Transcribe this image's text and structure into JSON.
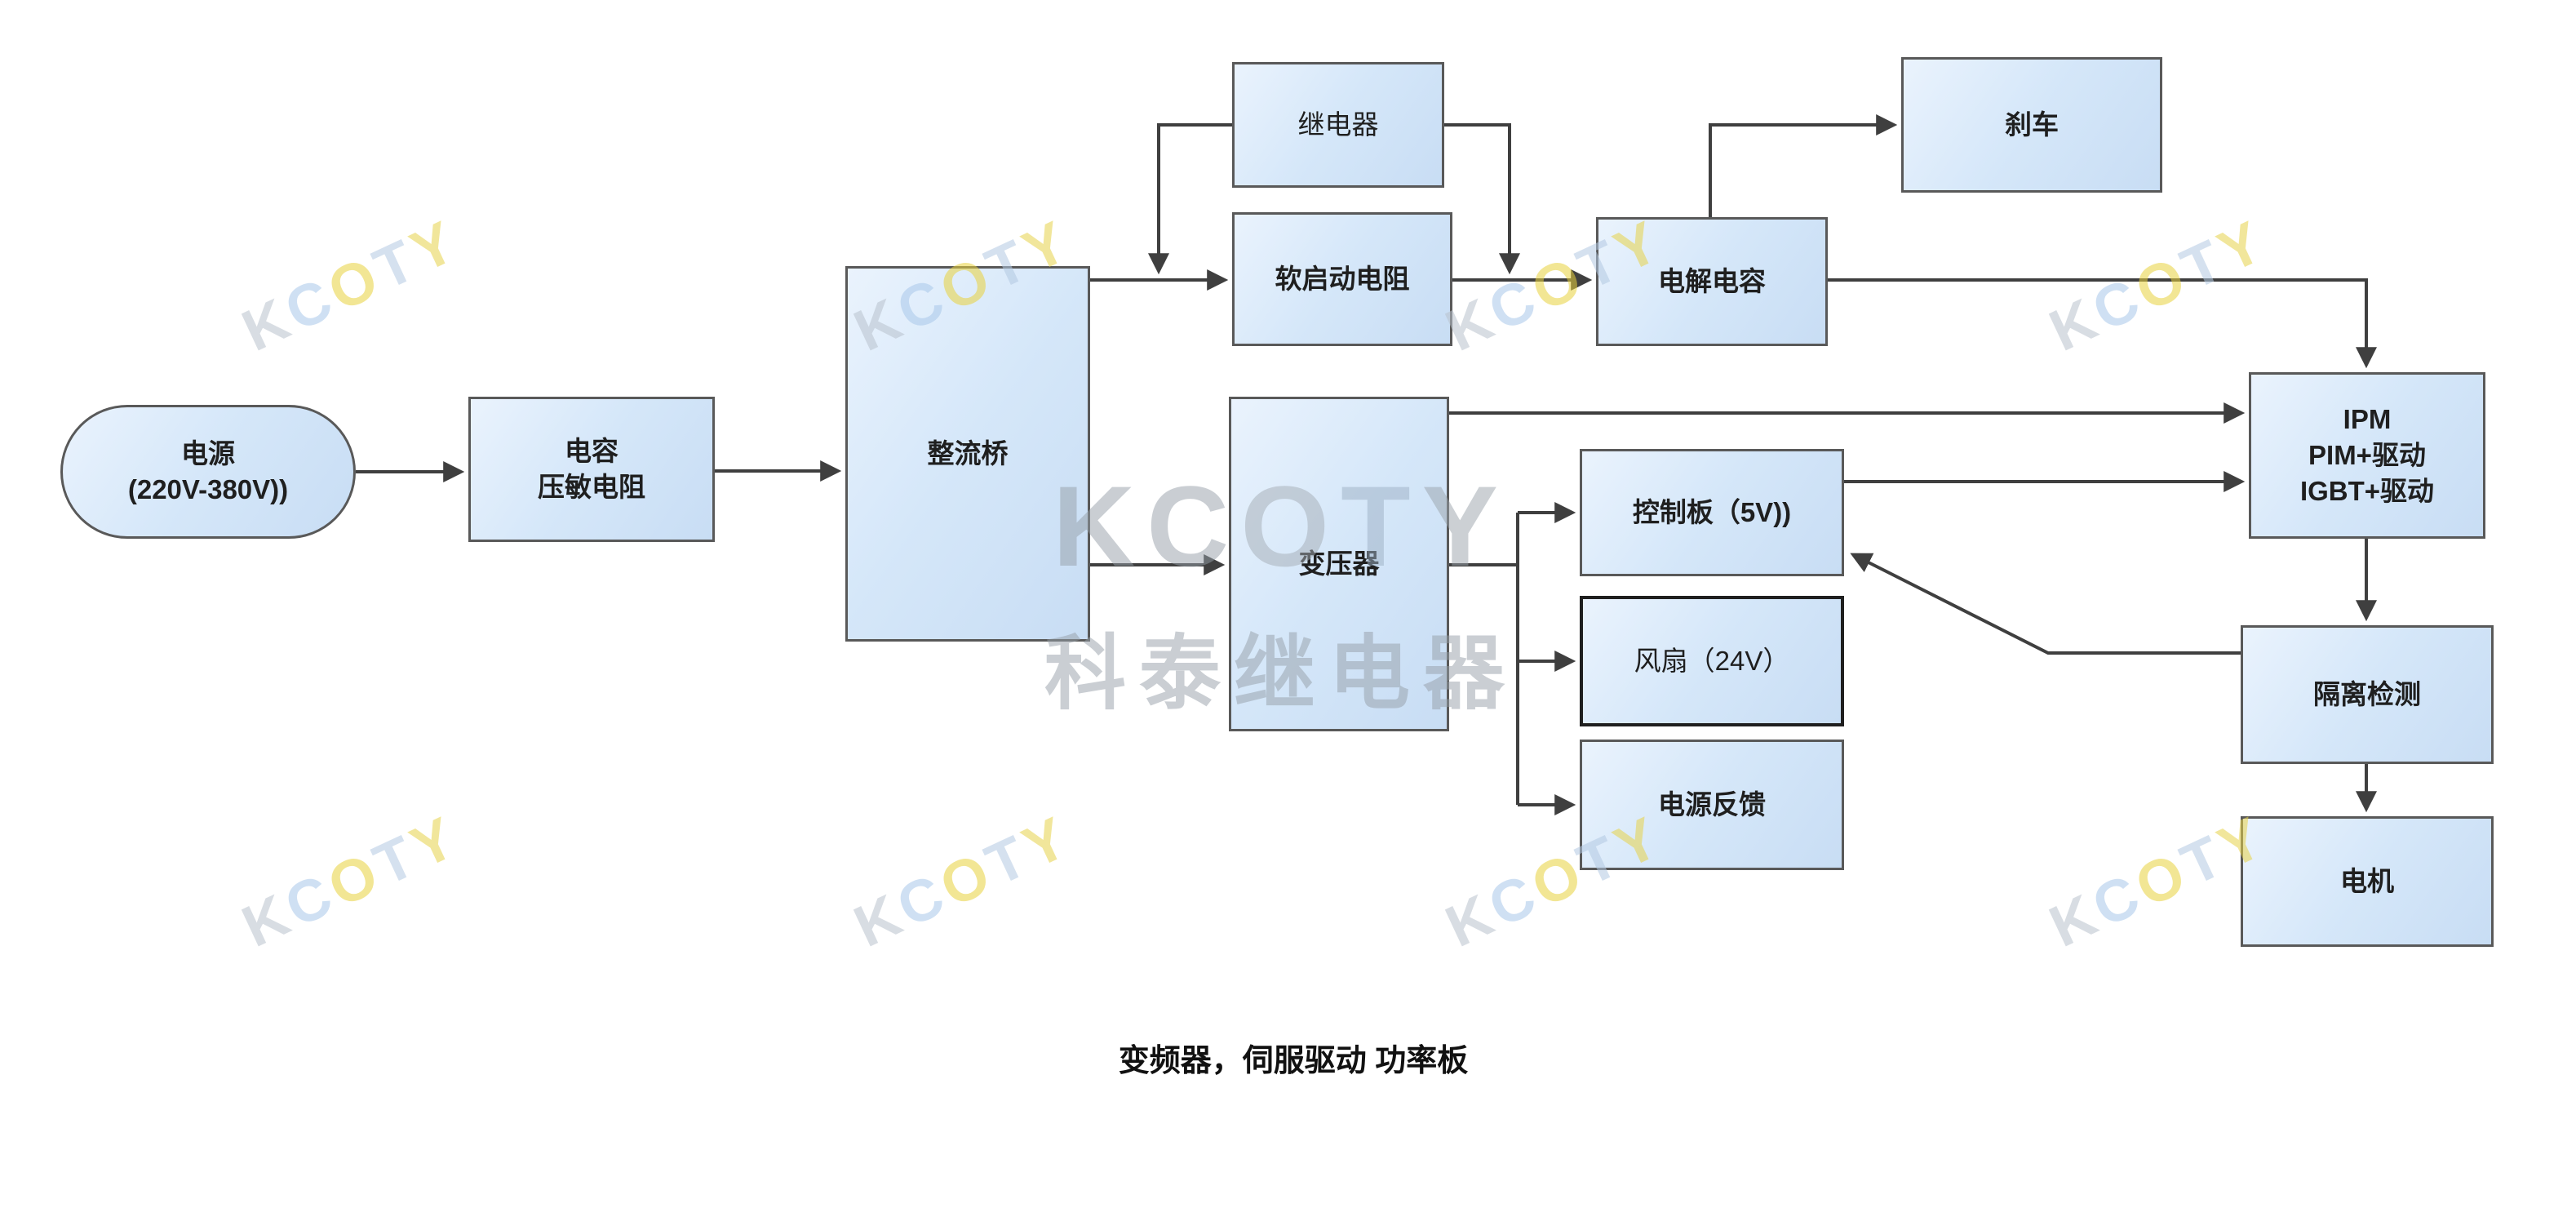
{
  "diagram": {
    "caption": "变频器，伺服驱动 功率板",
    "colors": {
      "node_fill": "#d5e7f9",
      "node_stroke": "#595959",
      "arrow": "#3f3f3f"
    },
    "nodes": {
      "power": {
        "label": "电源\n(220V-380V))"
      },
      "capacitor_varistor": {
        "label": "电容\n压敏电阻"
      },
      "rectifier_bridge": {
        "label": "整流桥"
      },
      "relay": {
        "label": "继电器"
      },
      "soft_start_resistor": {
        "label": "软启动电阻"
      },
      "electrolytic_capacitor": {
        "label": "电解电容"
      },
      "brake": {
        "label": "刹车"
      },
      "ipm": {
        "label": "IPM\nPIM+驱动\nIGBT+驱动"
      },
      "transformer": {
        "label": "变压器"
      },
      "control_board": {
        "label": "控制板（5V))"
      },
      "fan": {
        "label": "风扇（24V）"
      },
      "power_feedback": {
        "label": "电源反馈"
      },
      "isolation_detection": {
        "label": "隔离检测"
      },
      "motor": {
        "label": "电机"
      }
    },
    "edges": [
      {
        "from": "power",
        "to": "capacitor_varistor"
      },
      {
        "from": "capacitor_varistor",
        "to": "rectifier_bridge"
      },
      {
        "from": "rectifier_bridge",
        "to": "soft_start_resistor"
      },
      {
        "from": "relay",
        "to": "soft_start_resistor"
      },
      {
        "from": "relay",
        "to": "electrolytic_capacitor"
      },
      {
        "from": "soft_start_resistor",
        "to": "electrolytic_capacitor"
      },
      {
        "from": "electrolytic_capacitor",
        "to": "brake"
      },
      {
        "from": "electrolytic_capacitor",
        "to": "ipm"
      },
      {
        "from": "rectifier_bridge",
        "to": "transformer"
      },
      {
        "from": "transformer",
        "to": "ipm"
      },
      {
        "from": "transformer",
        "to": "control_board"
      },
      {
        "from": "transformer",
        "to": "fan"
      },
      {
        "from": "transformer",
        "to": "power_feedback"
      },
      {
        "from": "control_board",
        "to": "ipm"
      },
      {
        "from": "ipm",
        "to": "isolation_detection"
      },
      {
        "from": "isolation_detection",
        "to": "control_board"
      },
      {
        "from": "isolation_detection",
        "to": "motor"
      }
    ],
    "watermark": {
      "brand": "KCOTY",
      "company": "科泰继电器",
      "letter_colors": [
        "#b9c2cd",
        "#a9c8ea",
        "#e9d23e",
        "#b3c9e2",
        "#e7d34a"
      ],
      "center_letter_colors": [
        "#969fa8",
        "#969fa8",
        "#a5adb5",
        "#9db0c4",
        "#9aa3ab"
      ]
    }
  }
}
